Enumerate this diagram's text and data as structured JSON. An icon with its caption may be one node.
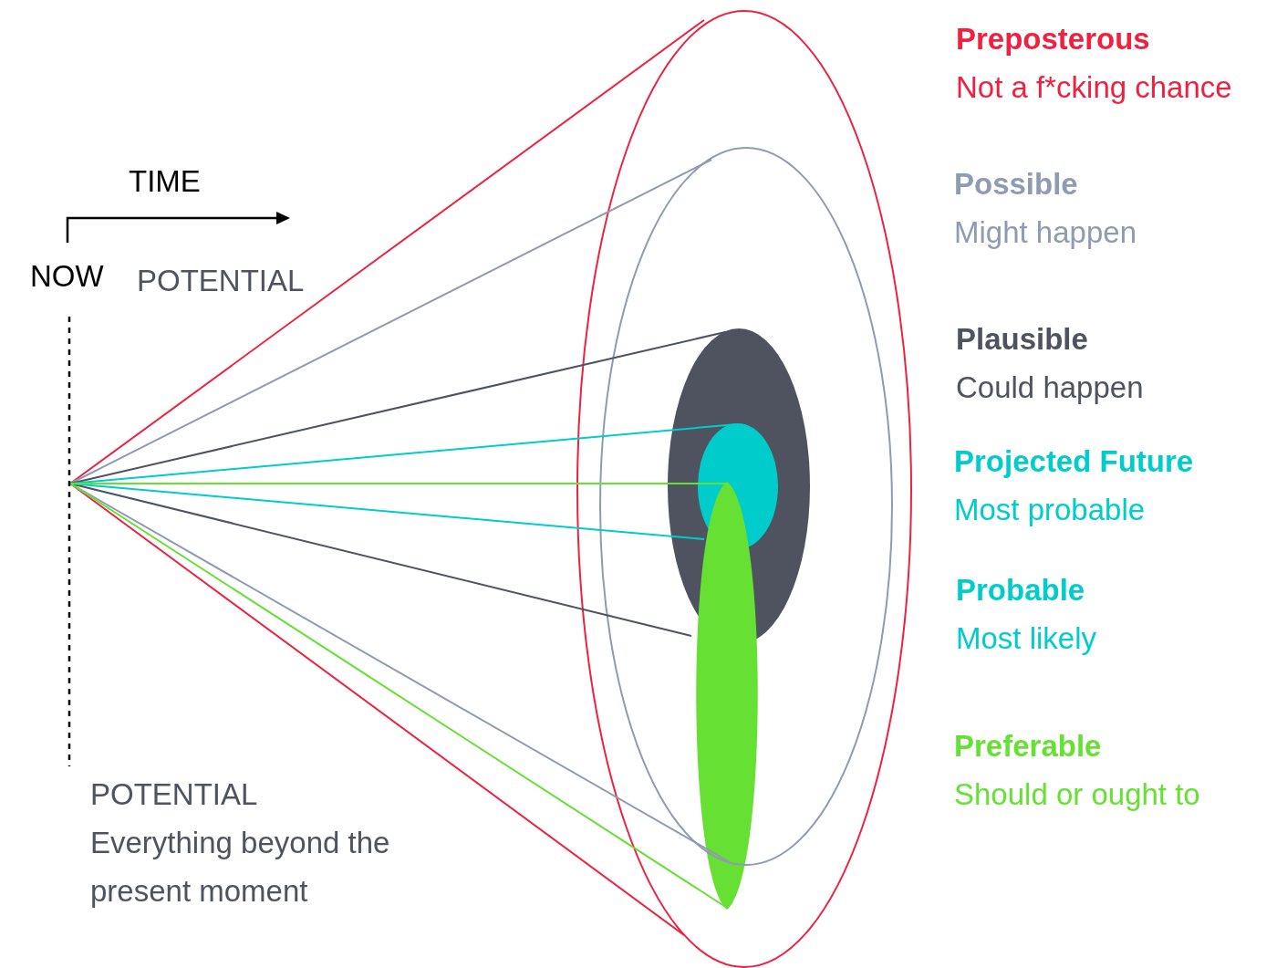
{
  "diagram": {
    "labels": [
      "TIME",
      "NOW",
      "POTENTIAL",
      "Preposterous",
      "Not a f*cking chance",
      "Possible",
      "Might happen",
      "Plausible",
      "Could happen",
      "Projected Future",
      "Most probable",
      "Probable",
      "Most likely",
      "Preferable",
      "Should or ought to",
      "POTENTIAL",
      "Everything beyond the present moment"
    ]
  }
}
